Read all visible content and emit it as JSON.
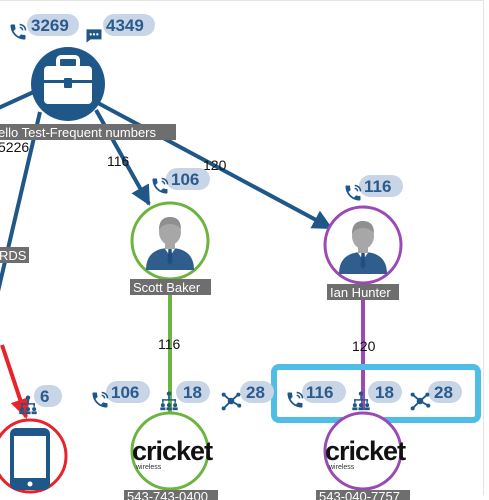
{
  "colors": {
    "edge": "#1f5789",
    "green": "#6db33f",
    "purple": "#9b4ab5",
    "badge": "#c8d5e6",
    "badge_text": "#2b5a8c",
    "highlight": "#4fbde6",
    "alert": "#e8232a",
    "label_bg": "#6e6e6e"
  },
  "top_badges": {
    "calls": "3269",
    "messages": "4349"
  },
  "nodes": {
    "case": {
      "label": "ello Test-Frequent numbers",
      "side_value": "5226",
      "icon": "briefcase-icon"
    },
    "cards_label": "RDS",
    "scott": {
      "label": "Scott Baker",
      "badge_calls": "106",
      "icon": "person-avatar-icon"
    },
    "ian": {
      "label": "Ian Hunter",
      "badge_calls": "116",
      "icon": "person-avatar-icon"
    },
    "phone": {
      "icon": "smartphone-icon",
      "badge_group": "6"
    },
    "cricket_left": {
      "logo_text": "cricket",
      "logo_sub": "wireless",
      "badge_calls": "106",
      "badge_group": "18",
      "badge_network": "28",
      "number_partial": "543-743-0400"
    },
    "cricket_right": {
      "logo_text": "cricket",
      "logo_sub": "wireless",
      "badge_calls": "116",
      "badge_group": "18",
      "badge_network": "28",
      "number_partial": "543-040-7757"
    }
  },
  "edges": {
    "case_scott": "116",
    "case_ian": "120",
    "scott_cricket": "116",
    "ian_cricket": "120"
  }
}
